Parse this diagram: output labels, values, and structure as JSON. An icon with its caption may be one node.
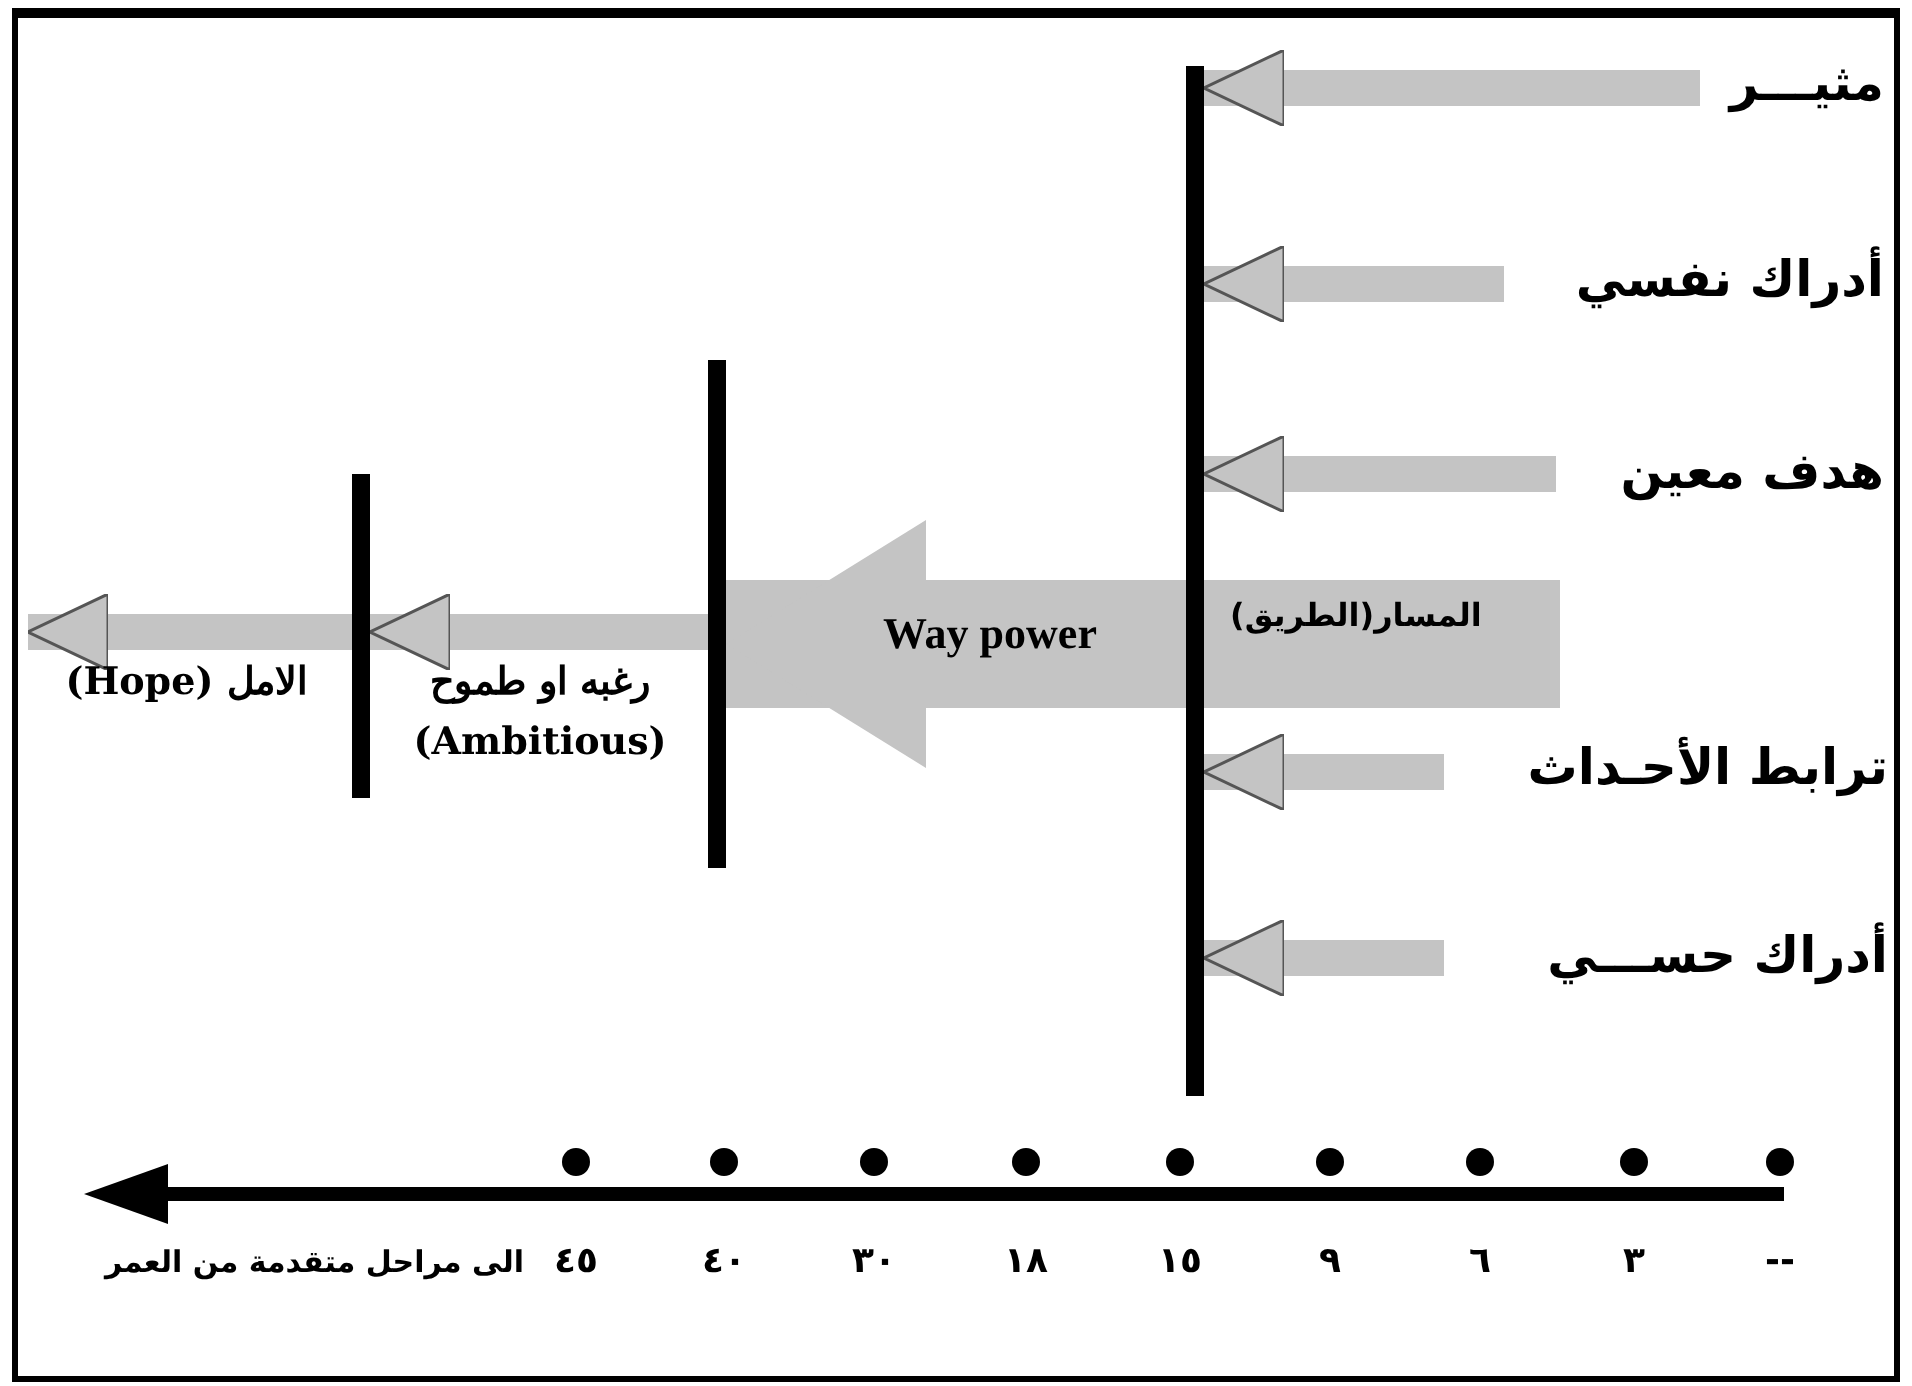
{
  "diagram": {
    "nodes": [
      {
        "text": [
          "مثيـــر"
        ]
      },
      {
        "text": [
          "أدراك نفسي"
        ]
      },
      {
        "text": [
          "هدف معين"
        ]
      },
      {
        "text": [
          "ترابط الأحـداث"
        ]
      },
      {
        "text": [
          "أدراك حســـي"
        ]
      },
      {
        "text": [],
        "shape": "bar"
      },
      {
        "text": [],
        "shape": "bar"
      },
      {
        "text": [],
        "shape": "bar"
      }
    ],
    "edges": [
      {
        "from": 0,
        "to": 5,
        "arrow": "to"
      },
      {
        "from": 1,
        "to": 5,
        "arrow": "to"
      },
      {
        "from": 2,
        "to": 5,
        "arrow": "to"
      },
      {
        "from": 3,
        "to": 5,
        "arrow": "to"
      },
      {
        "from": 4,
        "to": 5,
        "arrow": "to"
      },
      {
        "from": 6,
        "to": 7,
        "arrow": "to",
        "label": "رغبه او طموح (Ambitious)"
      },
      {
        "from": 7,
        "to": null,
        "arrow": "to",
        "label": "الامل (Hope)"
      },
      {
        "from": null,
        "to": 6,
        "arrow": "to",
        "style": "thick",
        "label": "Way power"
      }
    ],
    "labels": [
      "المسار(الطريق)",
      "--",
      "٣",
      "٦",
      "٩",
      "١٥",
      "١٨",
      "٣٠",
      "٤٠",
      "٤٥",
      "الى مراحل متقدمة من العمر"
    ]
  }
}
